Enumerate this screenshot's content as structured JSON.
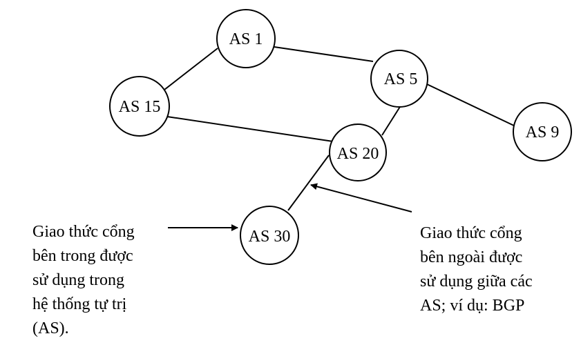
{
  "nodes": {
    "as1": "AS 1",
    "as5": "AS 5",
    "as15": "AS 15",
    "as20": "AS 20",
    "as9": "AS 9",
    "as30": "AS 30"
  },
  "captions": {
    "interior": [
      "Giao thức cổng",
      "bên trong được",
      "sử dụng trong",
      "hệ thống tự trị",
      "(AS)."
    ],
    "exterior": [
      "Giao thức cổng",
      "bên ngoài được",
      "sử dụng giữa các",
      "AS; ví dụ: BGP"
    ]
  },
  "colors": {
    "stroke": "#000000",
    "background": "#ffffff"
  }
}
